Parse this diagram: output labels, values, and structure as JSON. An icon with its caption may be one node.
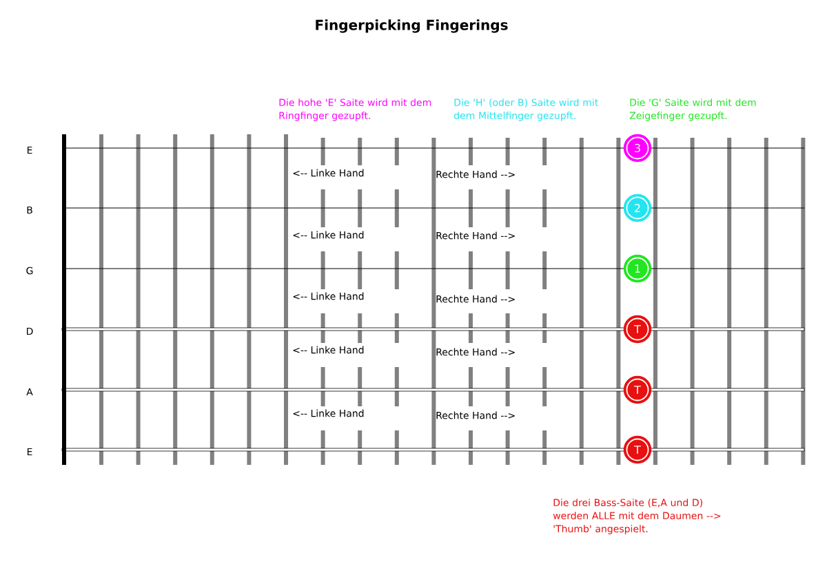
{
  "diagram": {
    "title": "Fingerpicking Fingerings",
    "nodes": [
      {
        "text": [
          "3"
        ]
      },
      {
        "text": [
          "2"
        ]
      },
      {
        "text": [
          "1"
        ]
      },
      {
        "text": [
          "T"
        ]
      },
      {
        "text": [
          "T"
        ]
      },
      {
        "text": [
          "T"
        ]
      }
    ],
    "labels": [
      "Die hohe 'E' Saite wird mit dem Ringfinger gezupft.",
      "Die 'H' (oder B) Saite wird mit dem Mittelfinger gezupft.",
      "Die 'G' Saite wird mit dem Zeigefinger gezupft.",
      "E",
      "<-- Linke Hand",
      "Rechte Hand -->",
      "B",
      "<-- Linke Hand",
      "Rechte Hand -->",
      "G",
      "<-- Linke Hand",
      "Rechte Hand -->",
      "D",
      "<-- Linke Hand",
      "Rechte Hand -->",
      "A",
      "<-- Linke Hand",
      "Rechte Hand -->",
      "E",
      "Die drei Bass-Saite (E,A und D) werden ALLE mit dem Daumen --> 'Thumb' angespielt."
    ]
  }
}
